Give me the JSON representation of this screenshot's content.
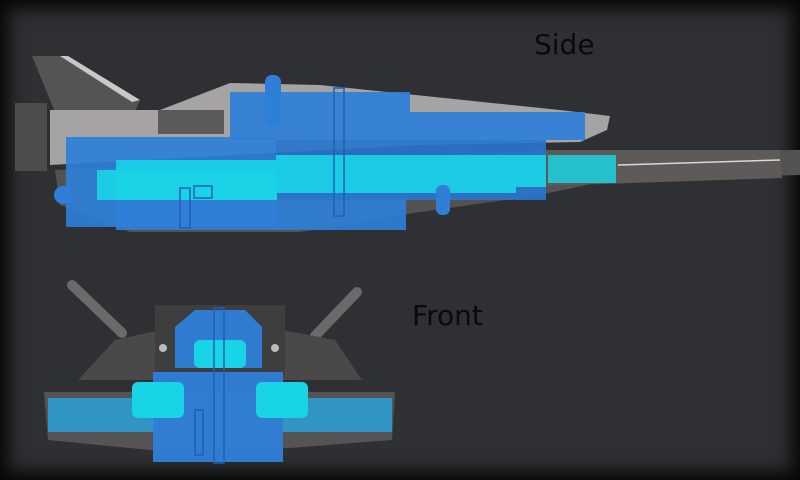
{
  "labels": {
    "side": "Side",
    "front": "Front"
  },
  "colors": {
    "background": "#2e3033",
    "hull": "#8a8888",
    "hull_dark": "#4a4848",
    "blue_module": "#2f7fd8",
    "cyan_module": "#19d3e6",
    "ladder": "#1e5fb8"
  },
  "views": [
    {
      "name": "side-view"
    },
    {
      "name": "front-view"
    }
  ]
}
